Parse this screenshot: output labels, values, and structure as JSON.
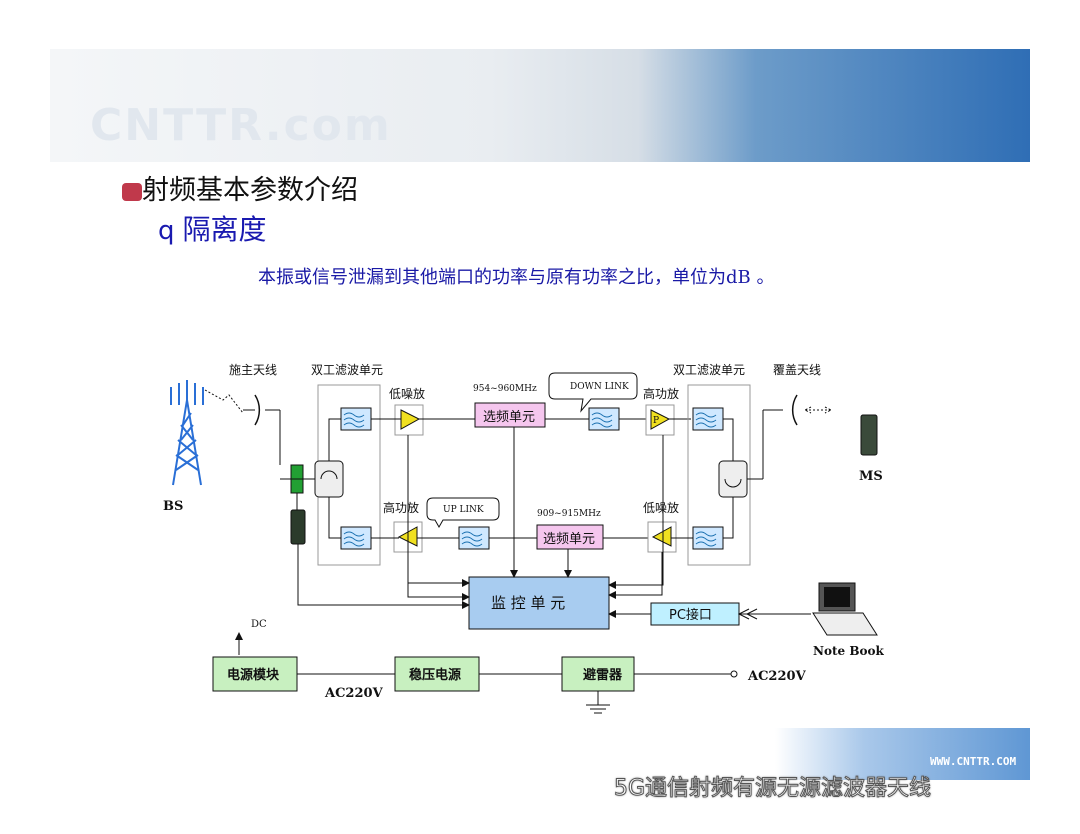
{
  "banner": {
    "watermark": "CNTTR.com"
  },
  "heading": "射频基本参数介绍",
  "subheading": {
    "bullet": "q",
    "text": "隔离度"
  },
  "description": "本振或信号泄漏到其他端口的功率与原有功率之比，单位为dB 。",
  "diagram": {
    "bs": "BS",
    "donor_antenna": "施主天线",
    "duplex_left": "双工滤波单元",
    "duplex_right": "双工滤波单元",
    "lna_top": "低噪放",
    "freq_down": "954~960MHz",
    "select_down": "选频单元",
    "downlink": "DOWN LINK",
    "pa_top": "高功放",
    "coverage_antenna": "覆盖天线",
    "ms": "MS",
    "pa_bottom": "高功放",
    "uplink": "UP LINK",
    "freq_up": "909~915MHz",
    "select_up": "选频单元",
    "lna_bottom": "低噪放",
    "monitor": "监  控  单  元",
    "pc_port": "PC接口",
    "notebook": "Note Book",
    "dc": "DC",
    "power_module": "电源模块",
    "ac_left": "AC220V",
    "regulator": "稳压电源",
    "lightning": "避雷器",
    "ac_right": "AC220V",
    "p_mark": "P"
  },
  "footer": {
    "url": "WWW.CNTTR.COM",
    "credit": "5G通信射频有源无源滤波器天线"
  }
}
